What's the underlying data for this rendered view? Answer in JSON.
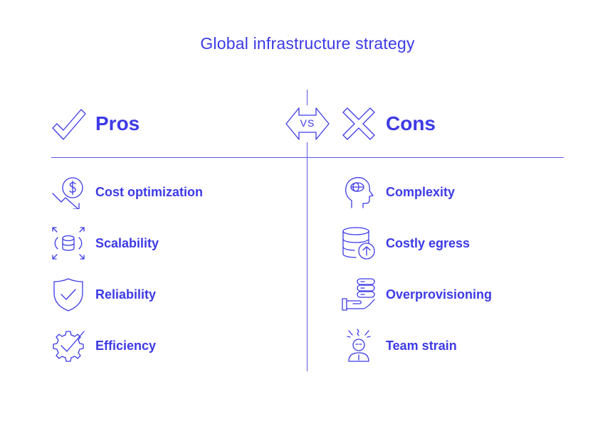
{
  "title": "Global infrastructure strategy",
  "versus_label": "VS",
  "pros": {
    "heading": "Pros",
    "heading_icon": "checkmark-icon",
    "items": [
      {
        "label": "Cost optimization",
        "icon": "dollar-coin-down-arrow-icon"
      },
      {
        "label": "Scalability",
        "icon": "database-expand-icon"
      },
      {
        "label": "Reliability",
        "icon": "shield-check-icon"
      },
      {
        "label": "Efficiency",
        "icon": "gear-check-icon"
      }
    ]
  },
  "cons": {
    "heading": "Cons",
    "heading_icon": "x-mark-icon",
    "items": [
      {
        "label": "Complexity",
        "icon": "head-brain-icon"
      },
      {
        "label": "Costly egress",
        "icon": "database-upload-icon"
      },
      {
        "label": "Overprovisioning",
        "icon": "hand-server-stack-icon"
      },
      {
        "label": "Team strain",
        "icon": "stressed-person-icon"
      }
    ]
  },
  "colors": {
    "accent": "#3d3ae6",
    "line": "#5a57e6",
    "background": "#ffffff"
  }
}
